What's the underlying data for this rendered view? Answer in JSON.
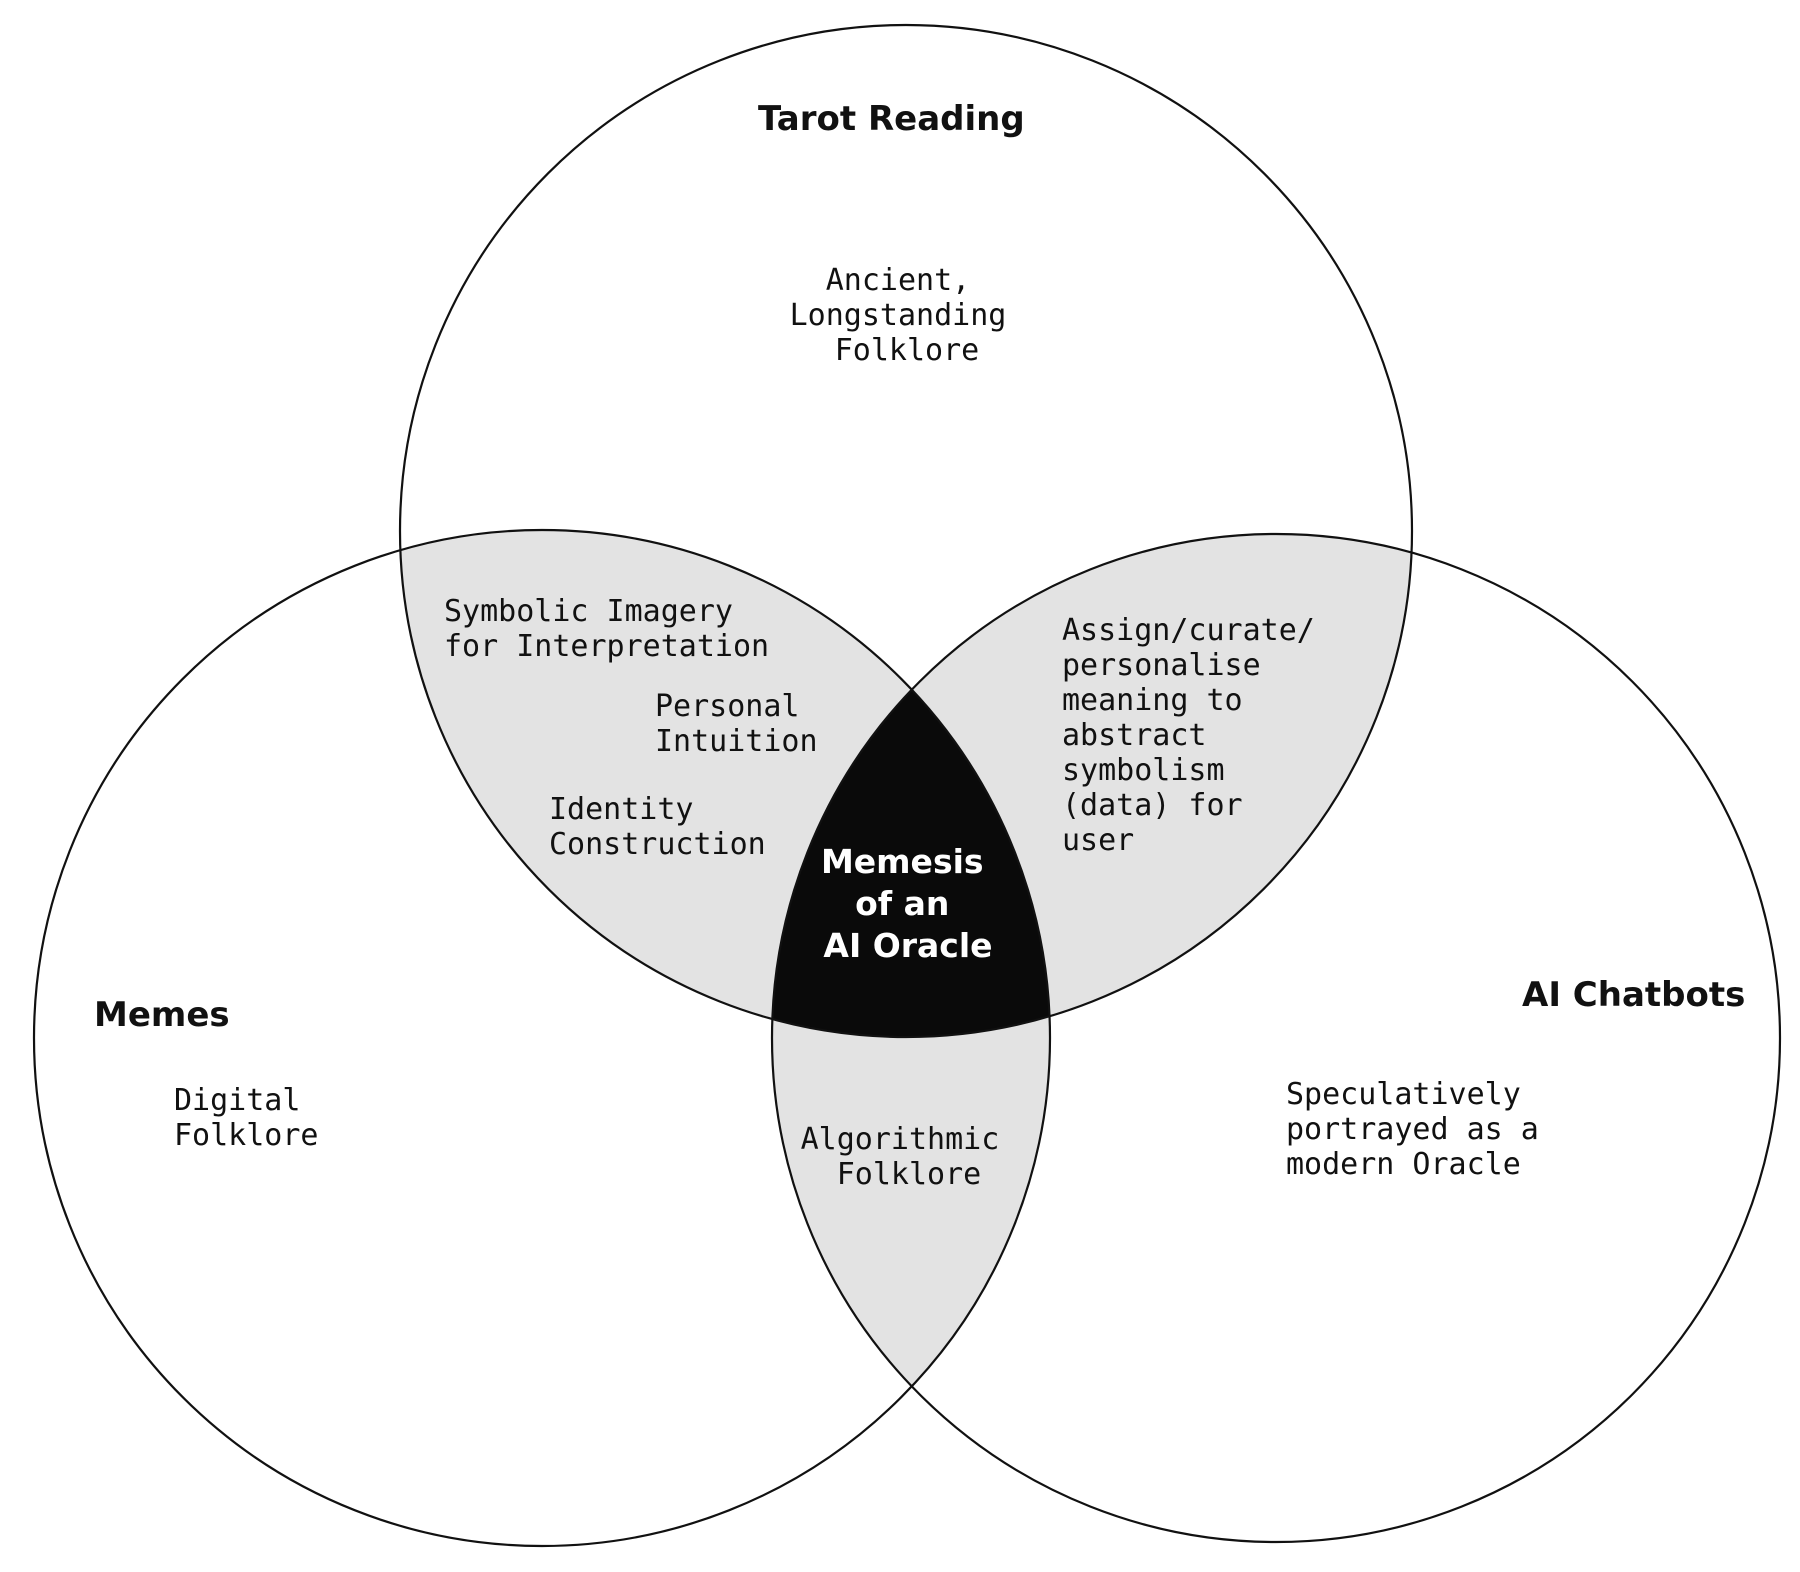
{
  "diagram": {
    "type": "venn-3",
    "sets": {
      "top": {
        "title": "Tarot Reading",
        "description": [
          "Ancient,",
          "Longstanding",
          "Folklore"
        ]
      },
      "left": {
        "title": "Memes",
        "description": [
          "Digital",
          "Folklore"
        ]
      },
      "right": {
        "title": "AI Chatbots",
        "description": [
          "Speculatively",
          "portrayed as a",
          "modern Oracle"
        ]
      }
    },
    "overlaps": {
      "top_left": {
        "symbolic": [
          "Symbolic Imagery",
          "for Interpretation"
        ],
        "intuition": [
          "Personal",
          "Intuition"
        ],
        "identity": [
          "Identity",
          "Construction"
        ]
      },
      "top_right": [
        "Assign/curate/",
        "personalise",
        "meaning to",
        "abstract",
        "symbolism",
        "(data) for",
        "user"
      ],
      "left_right": [
        "Algorithmic",
        "Folklore"
      ],
      "center": [
        "Memesis",
        "of an",
        "AI Oracle"
      ]
    },
    "colors": {
      "background": "#ffffff",
      "outline": "#111111",
      "pairwise_fill": "#e3e3e3",
      "center_fill": "#0a0a0a",
      "center_text": "#ffffff",
      "text": "#111111"
    }
  }
}
